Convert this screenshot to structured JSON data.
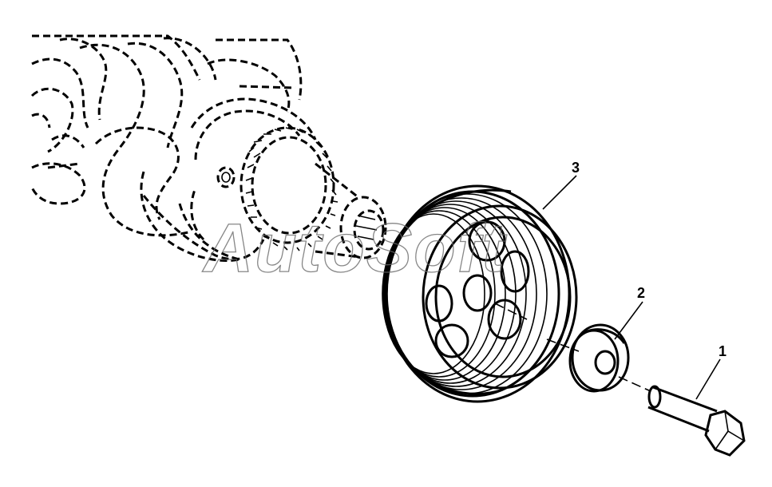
{
  "diagram": {
    "callouts": [
      {
        "id": "1",
        "label": "1"
      },
      {
        "id": "2",
        "label": "2"
      },
      {
        "id": "3",
        "label": "3"
      }
    ],
    "watermark": "AutoSoft",
    "line_color": "#000000",
    "background": "#ffffff"
  }
}
